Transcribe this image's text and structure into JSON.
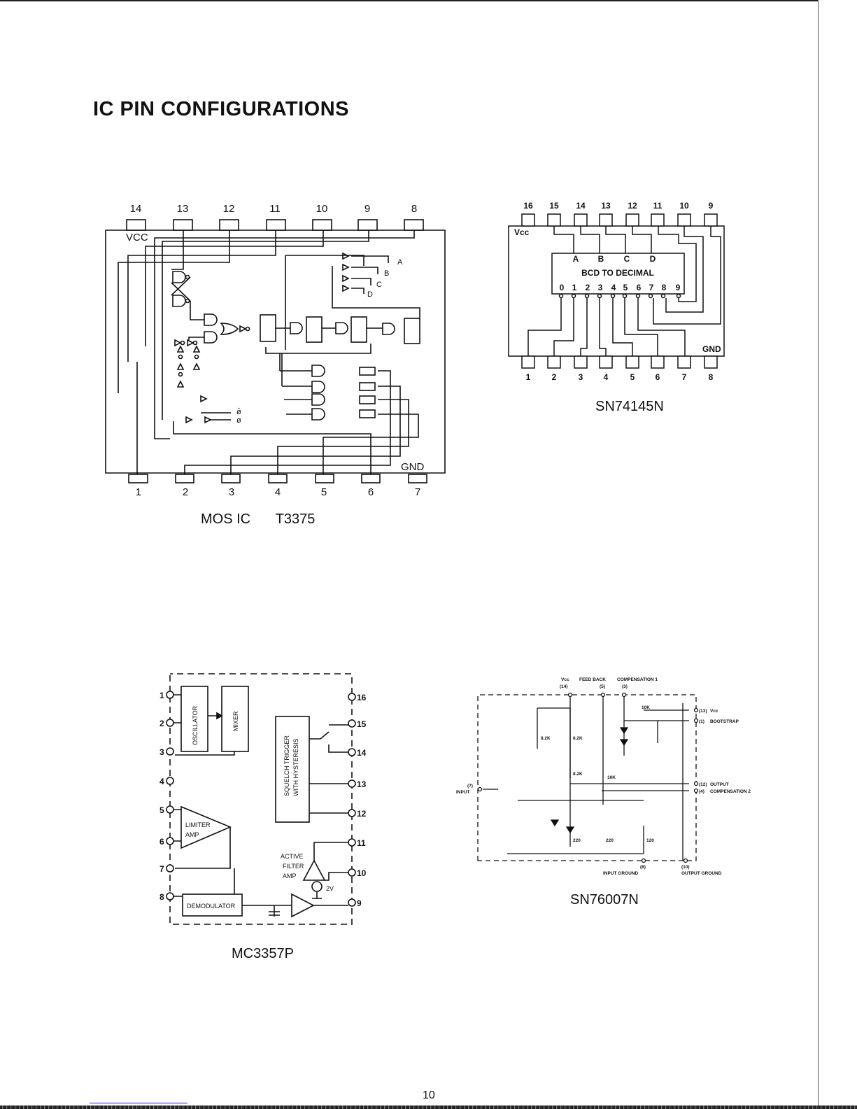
{
  "page": {
    "title": "IC PIN CONFIGURATIONS",
    "page_number": "10"
  },
  "mos_ic": {
    "caption_part1": "MOS IC",
    "caption_part2": "T3375",
    "top_pins": [
      "14",
      "13",
      "12",
      "11",
      "10",
      "9",
      "8"
    ],
    "bottom_pins": [
      "1",
      "2",
      "3",
      "4",
      "5",
      "6",
      "7"
    ],
    "vcc_label": "VCC",
    "gnd_label": "GND",
    "output_labels": [
      "A",
      "B",
      "C",
      "D"
    ],
    "phase_labels": [
      "ø̄",
      "ø"
    ]
  },
  "sn74145n": {
    "caption": "SN74145N",
    "top_pins": [
      "16",
      "15",
      "14",
      "13",
      "12",
      "11",
      "10",
      "9"
    ],
    "bottom_pins": [
      "1",
      "2",
      "3",
      "4",
      "5",
      "6",
      "7",
      "8"
    ],
    "vcc_label": "Vcc",
    "gnd_label": "GND",
    "decoder_title": "BCD TO DECIMAL",
    "inputs": [
      "A",
      "B",
      "C",
      "D"
    ],
    "outputs": [
      "0",
      "1",
      "2",
      "3",
      "4",
      "5",
      "6",
      "7",
      "8",
      "9"
    ]
  },
  "mc3357p": {
    "caption": "MC3357P",
    "left_pins": [
      "1",
      "2",
      "3",
      "4",
      "5",
      "6",
      "7",
      "8"
    ],
    "right_pins": [
      "16",
      "15",
      "14",
      "13",
      "12",
      "11",
      "10",
      "9"
    ],
    "blocks": {
      "oscillator": "OSCILLATOR",
      "mixer": "MIXER",
      "squelch_line1": "SQUELCH TRIGGER",
      "squelch_line2": "WITH HYSTERESIS",
      "limiter_line1": "LIMITER",
      "limiter_line2": "AMP",
      "active_filter_line1": "ACTIVE",
      "active_filter_line2": "FILTER",
      "active_filter_line3": "AMP",
      "demodulator": "DEMODULATOR",
      "reference_voltage": "2V"
    }
  },
  "sn76007n": {
    "caption": "SN76007N",
    "top_labels": {
      "vcc": "Vcc",
      "vcc_pin": "(14)",
      "feedback": "FEED BACK",
      "feedback_pin": "(5)",
      "comp1": "COMPENSATION  1",
      "comp1_pin": "(3)"
    },
    "right_labels": [
      {
        "pin": "(13)",
        "name": "Vcc"
      },
      {
        "pin": "(1)",
        "name": "BOOTSTRAP"
      },
      {
        "pin": "(12)",
        "name": "OUTPUT"
      },
      {
        "pin": "(4)",
        "name": "COMPENSATION  2"
      }
    ],
    "input_label": {
      "pin": "(7)",
      "name": "INPUT"
    },
    "bottom_labels": [
      {
        "pin": "(8)",
        "name": "INPUT GROUND"
      },
      {
        "pin": "(10)",
        "name": "OUTPUT GROUND"
      }
    ],
    "resistors": [
      "8.2K",
      "8.2K",
      "8.2K",
      "10K",
      "10K",
      "220",
      "220",
      "120"
    ]
  }
}
